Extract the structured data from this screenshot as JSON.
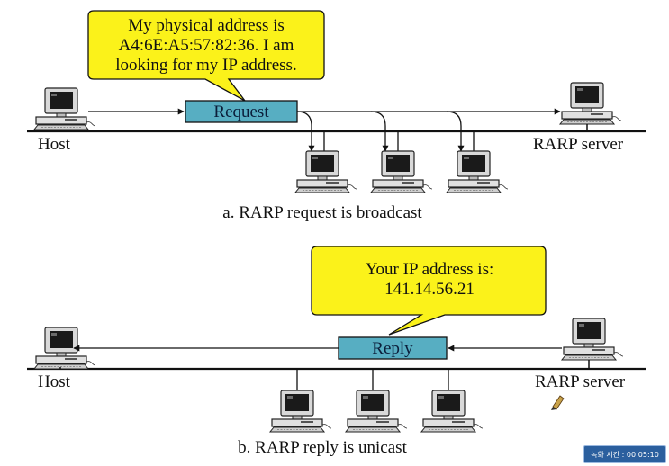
{
  "request_bubble": {
    "lines": [
      "My physical address is",
      "A4:6E:A5:57:82:36.  I am",
      "looking for my IP address."
    ]
  },
  "reply_bubble": {
    "lines": [
      "Your IP address is:",
      "141.14.56.21"
    ]
  },
  "top": {
    "host_label": "Host",
    "server_label": "RARP server",
    "packet_label": "Request",
    "caption": "a. RARP request is broadcast"
  },
  "bottom": {
    "host_label": "Host",
    "server_label": "RARP server",
    "packet_label": "Reply",
    "caption": "b. RARP reply is unicast"
  },
  "recording_timer": {
    "label": "녹화 시간 : 00:05:10"
  },
  "colors": {
    "bubble_fill": "#fbf21a",
    "packet_fill": "#57aec2",
    "line": "#111111"
  }
}
